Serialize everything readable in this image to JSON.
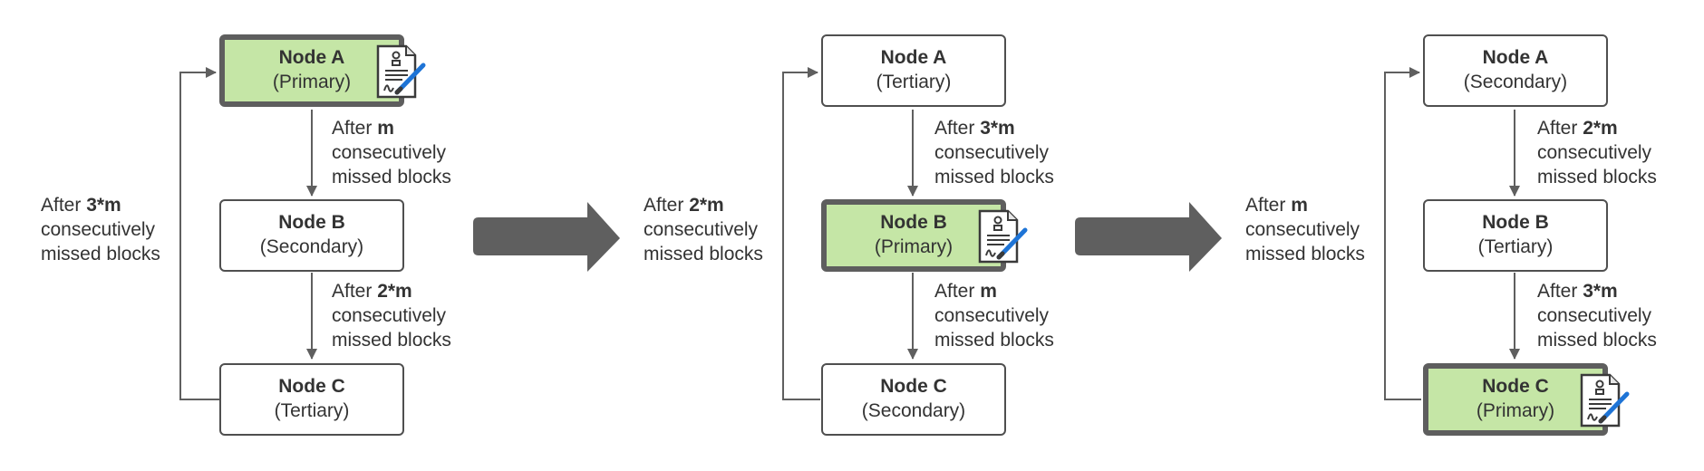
{
  "diagram": {
    "panels": [
      {
        "nodes": [
          {
            "name": "Node A",
            "role": "(Primary)",
            "primary": true
          },
          {
            "name": "Node B",
            "role": "(Secondary)",
            "primary": false
          },
          {
            "name": "Node C",
            "role": "(Tertiary)",
            "primary": false
          }
        ],
        "edges": [
          {
            "prefix": "After ",
            "value": "m",
            "line2": "consecutively",
            "line3": "missed blocks"
          },
          {
            "prefix": "After ",
            "value": "2*m",
            "line2": "consecutively",
            "line3": "missed blocks"
          }
        ],
        "loop": {
          "prefix": "After ",
          "value": "3*m",
          "line2": "consecutively",
          "line3": "missed blocks"
        }
      },
      {
        "nodes": [
          {
            "name": "Node A",
            "role": "(Tertiary)",
            "primary": false
          },
          {
            "name": "Node B",
            "role": "(Primary)",
            "primary": true
          },
          {
            "name": "Node C",
            "role": "(Secondary)",
            "primary": false
          }
        ],
        "edges": [
          {
            "prefix": "After ",
            "value": "3*m",
            "line2": "consecutively",
            "line3": "missed blocks"
          },
          {
            "prefix": "After ",
            "value": "m",
            "line2": "consecutively",
            "line3": "missed blocks"
          }
        ],
        "loop": {
          "prefix": "After ",
          "value": "2*m",
          "line2": "consecutively",
          "line3": "missed blocks"
        }
      },
      {
        "nodes": [
          {
            "name": "Node A",
            "role": "(Secondary)",
            "primary": false
          },
          {
            "name": "Node B",
            "role": "(Tertiary)",
            "primary": false
          },
          {
            "name": "Node C",
            "role": "(Primary)",
            "primary": true
          }
        ],
        "edges": [
          {
            "prefix": "After ",
            "value": "2*m",
            "line2": "consecutively",
            "line3": "missed blocks"
          },
          {
            "prefix": "After ",
            "value": "3*m",
            "line2": "consecutively",
            "line3": "missed blocks"
          }
        ],
        "loop": {
          "prefix": "After ",
          "value": "m",
          "line2": "consecutively",
          "line3": "missed blocks"
        }
      }
    ],
    "colors": {
      "primary_fill": "#c5e6a6",
      "border": "#4f4f4f",
      "arrow": "#5f5f5f",
      "text": "#333333"
    },
    "icons": {
      "primary_marker": "signed-certificate-icon",
      "transition": "big-right-arrow-icon"
    }
  }
}
